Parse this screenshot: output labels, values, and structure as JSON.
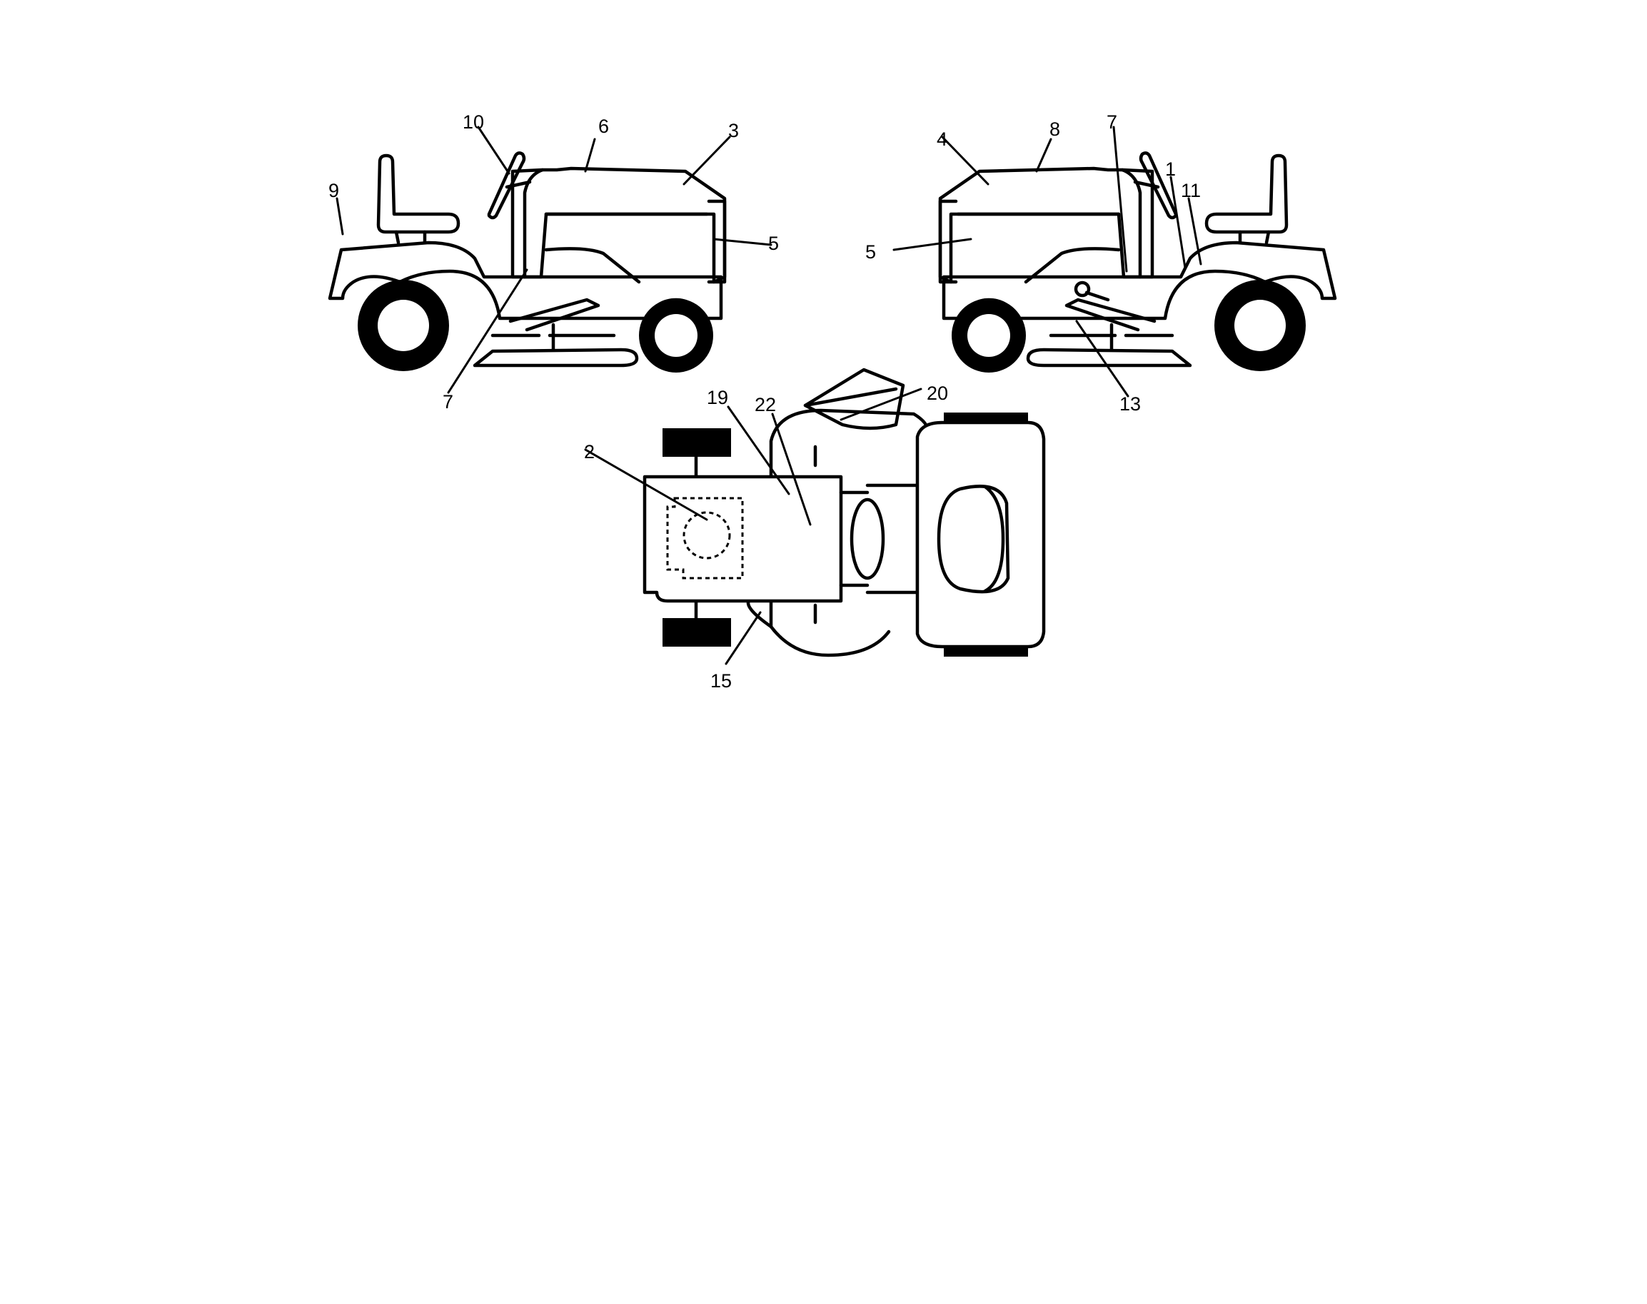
{
  "diagram": {
    "left_view": {
      "callouts": [
        "10",
        "6",
        "3",
        "9",
        "5",
        "7"
      ]
    },
    "right_view": {
      "callouts": [
        "4",
        "8",
        "7",
        "1",
        "11",
        "5",
        "13"
      ]
    },
    "top_view": {
      "callouts": [
        "19",
        "22",
        "20",
        "2",
        "15"
      ]
    }
  }
}
